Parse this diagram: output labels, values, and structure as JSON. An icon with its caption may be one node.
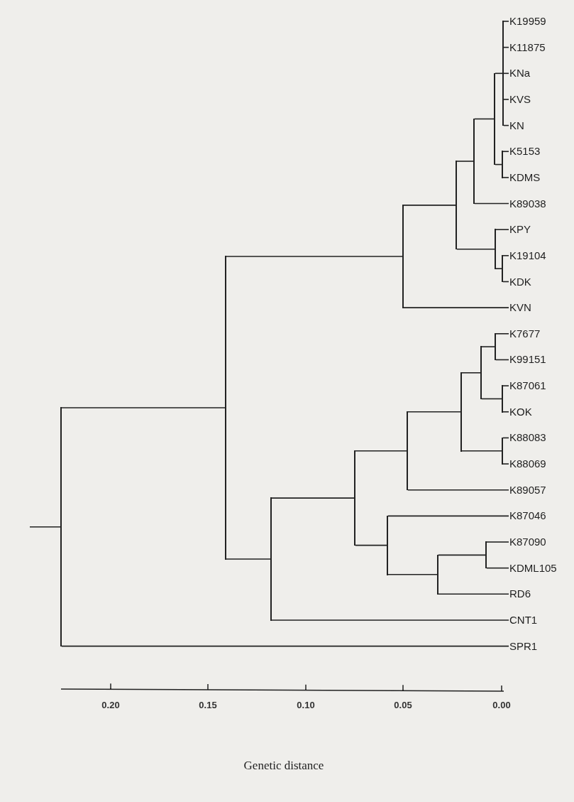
{
  "diagram": {
    "nodes": [
      {
        "text": [
          "K19959"
        ]
      },
      {
        "text": [
          "K11875"
        ]
      },
      {
        "text": [
          "KNa"
        ]
      },
      {
        "text": [
          "KVS"
        ]
      },
      {
        "text": [
          "KN"
        ]
      },
      {
        "text": [
          "K5153"
        ]
      },
      {
        "text": [
          "KDMS"
        ]
      },
      {
        "text": [
          "K89038"
        ]
      },
      {
        "text": [
          "KPY"
        ]
      },
      {
        "text": [
          "K19104"
        ]
      },
      {
        "text": [
          "KDK"
        ]
      },
      {
        "text": [
          "KVN"
        ]
      },
      {
        "text": [
          "K7677"
        ]
      },
      {
        "text": [
          "K99151"
        ]
      },
      {
        "text": [
          "K87061"
        ]
      },
      {
        "text": [
          "KOK"
        ]
      },
      {
        "text": [
          "K88083"
        ]
      },
      {
        "text": [
          "K88069"
        ]
      },
      {
        "text": [
          "K89057"
        ]
      },
      {
        "text": [
          "K87046"
        ]
      },
      {
        "text": [
          "K87090"
        ]
      },
      {
        "text": [
          "KDML105"
        ]
      },
      {
        "text": [
          "RD6"
        ]
      },
      {
        "text": [
          "CNT1"
        ]
      },
      {
        "text": [
          "SPR1"
        ]
      },
      {
        "text": [],
        "shape": "bar"
      },
      {
        "text": [],
        "shape": "bar"
      },
      {
        "text": [],
        "shape": "bar"
      },
      {
        "text": [],
        "shape": "bar"
      },
      {
        "text": [],
        "shape": "bar"
      },
      {
        "text": [],
        "shape": "bar"
      },
      {
        "text": [],
        "shape": "bar"
      },
      {
        "text": [],
        "shape": "bar"
      },
      {
        "text": [],
        "shape": "bar"
      },
      {
        "text": [],
        "shape": "bar"
      },
      {
        "text": [],
        "shape": "bar"
      },
      {
        "text": [],
        "shape": "bar"
      },
      {
        "text": [],
        "shape": "bar"
      },
      {
        "text": [],
        "shape": "bar"
      },
      {
        "text": [],
        "shape": "bar"
      },
      {
        "text": [],
        "shape": "bar"
      },
      {
        "text": [],
        "shape": "bar"
      },
      {
        "text": [],
        "shape": "bar"
      },
      {
        "text": [],
        "shape": "bar"
      },
      {
        "text": [],
        "shape": "bar"
      },
      {
        "text": [],
        "shape": "bar"
      }
    ],
    "edges": [
      {
        "from": 25,
        "to": 0,
        "arrow": "none"
      },
      {
        "from": 25,
        "to": 1,
        "arrow": "none"
      },
      {
        "from": 25,
        "to": 2,
        "arrow": "none"
      },
      {
        "from": 25,
        "to": 3,
        "arrow": "none"
      },
      {
        "from": 25,
        "to": 4,
        "arrow": "none"
      },
      {
        "from": 26,
        "to": 5,
        "arrow": "none"
      },
      {
        "from": 26,
        "to": 6,
        "arrow": "none"
      },
      {
        "from": 27,
        "to": 25,
        "arrow": "none"
      },
      {
        "from": 27,
        "to": 26,
        "arrow": "none"
      },
      {
        "from": 28,
        "to": 27,
        "arrow": "none"
      },
      {
        "from": 28,
        "to": 7,
        "arrow": "none"
      },
      {
        "from": 29,
        "to": 9,
        "arrow": "none"
      },
      {
        "from": 29,
        "to": 10,
        "arrow": "none"
      },
      {
        "from": 30,
        "to": 8,
        "arrow": "none"
      },
      {
        "from": 30,
        "to": 29,
        "arrow": "none"
      },
      {
        "from": 31,
        "to": 28,
        "arrow": "none"
      },
      {
        "from": 31,
        "to": 30,
        "arrow": "none"
      },
      {
        "from": 32,
        "to": 31,
        "arrow": "none"
      },
      {
        "from": 32,
        "to": 11,
        "arrow": "none"
      },
      {
        "from": 33,
        "to": 12,
        "arrow": "none"
      },
      {
        "from": 33,
        "to": 13,
        "arrow": "none"
      },
      {
        "from": 34,
        "to": 14,
        "arrow": "none"
      },
      {
        "from": 34,
        "to": 15,
        "arrow": "none"
      },
      {
        "from": 35,
        "to": 33,
        "arrow": "none"
      },
      {
        "from": 35,
        "to": 34,
        "arrow": "none"
      },
      {
        "from": 36,
        "to": 16,
        "arrow": "none"
      },
      {
        "from": 36,
        "to": 17,
        "arrow": "none"
      },
      {
        "from": 37,
        "to": 35,
        "arrow": "none"
      },
      {
        "from": 37,
        "to": 36,
        "arrow": "none"
      },
      {
        "from": 38,
        "to": 37,
        "arrow": "none"
      },
      {
        "from": 38,
        "to": 18,
        "arrow": "none"
      },
      {
        "from": 39,
        "to": 20,
        "arrow": "none"
      },
      {
        "from": 39,
        "to": 21,
        "arrow": "none"
      },
      {
        "from": 40,
        "to": 39,
        "arrow": "none"
      },
      {
        "from": 40,
        "to": 22,
        "arrow": "none"
      },
      {
        "from": 41,
        "to": 19,
        "arrow": "none"
      },
      {
        "from": 41,
        "to": 40,
        "arrow": "none"
      },
      {
        "from": 42,
        "to": 38,
        "arrow": "none"
      },
      {
        "from": 42,
        "to": 41,
        "arrow": "none"
      },
      {
        "from": 43,
        "to": 42,
        "arrow": "none"
      },
      {
        "from": 43,
        "to": 23,
        "arrow": "none"
      },
      {
        "from": 44,
        "to": 32,
        "arrow": "none"
      },
      {
        "from": 44,
        "to": 43,
        "arrow": "none"
      },
      {
        "from": 45,
        "to": 44,
        "arrow": "none"
      },
      {
        "from": 45,
        "to": 24,
        "arrow": "none"
      },
      {
        "from": null,
        "to": 45,
        "arrow": "none"
      }
    ],
    "labels": [
      "0.20",
      "0.15",
      "0.10",
      "0.05",
      "0.00",
      "Genetic distance"
    ]
  }
}
